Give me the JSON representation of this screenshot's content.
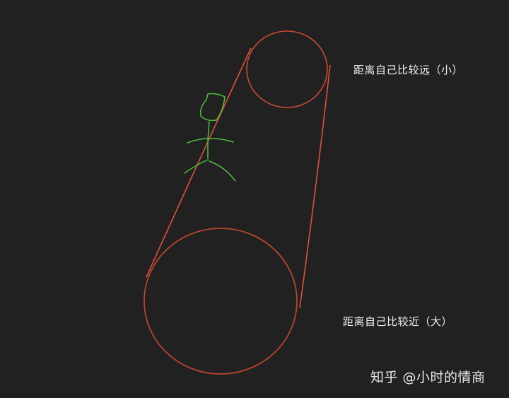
{
  "labels": {
    "far": "距离自己比较远（小）",
    "near": "距离自己比较近（大）"
  },
  "watermark": "知乎 @小时的情商",
  "colors": {
    "background": "#212121",
    "cone_stroke": "#e0503a",
    "circle_stroke": "#c94a33",
    "figure_stroke": "#4cbf3a",
    "text": "#f2f2f2"
  }
}
